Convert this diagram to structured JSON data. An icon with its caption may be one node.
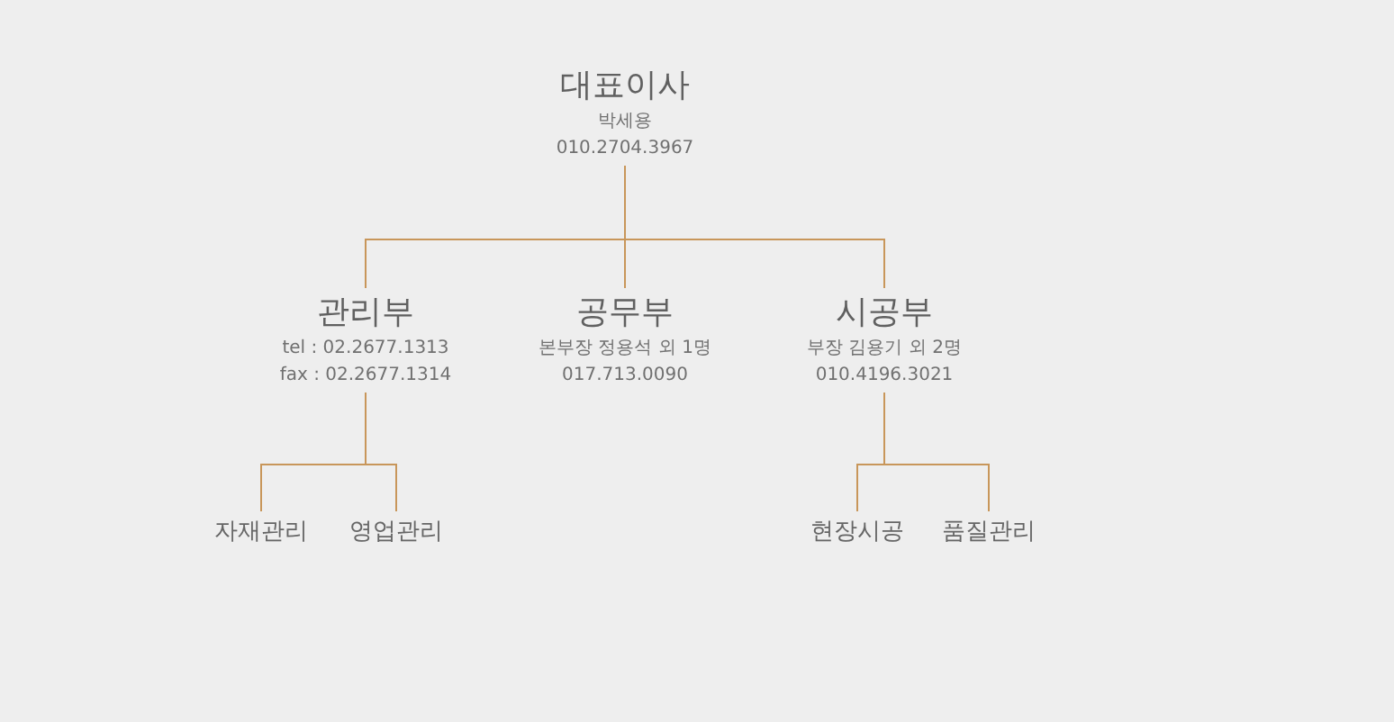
{
  "diagram": {
    "nodes": [
      {
        "text": [
          "대표이사",
          "박세용",
          "010.2704.3967"
        ]
      },
      {
        "text": [
          "관리부",
          "tel : 02.2677.1313",
          "fax : 02.2677.1314"
        ]
      },
      {
        "text": [
          "공무부",
          "본부장 정용석 외 1명",
          "017.713.0090"
        ]
      },
      {
        "text": [
          "시공부",
          "부장 김용기 외 2명",
          "010.4196.3021"
        ]
      },
      {
        "text": [
          "자재관리"
        ]
      },
      {
        "text": [
          "영업관리"
        ]
      },
      {
        "text": [
          "현장시공"
        ]
      },
      {
        "text": [
          "품질관리"
        ]
      }
    ],
    "edges": [
      {
        "from": 0,
        "to": 1,
        "arrow": "none"
      },
      {
        "from": 0,
        "to": 2,
        "arrow": "none"
      },
      {
        "from": 0,
        "to": 3,
        "arrow": "none"
      },
      {
        "from": 1,
        "to": 4,
        "arrow": "none"
      },
      {
        "from": 1,
        "to": 5,
        "arrow": "none"
      },
      {
        "from": 3,
        "to": 6,
        "arrow": "none"
      },
      {
        "from": 3,
        "to": 7,
        "arrow": "none"
      }
    ]
  }
}
